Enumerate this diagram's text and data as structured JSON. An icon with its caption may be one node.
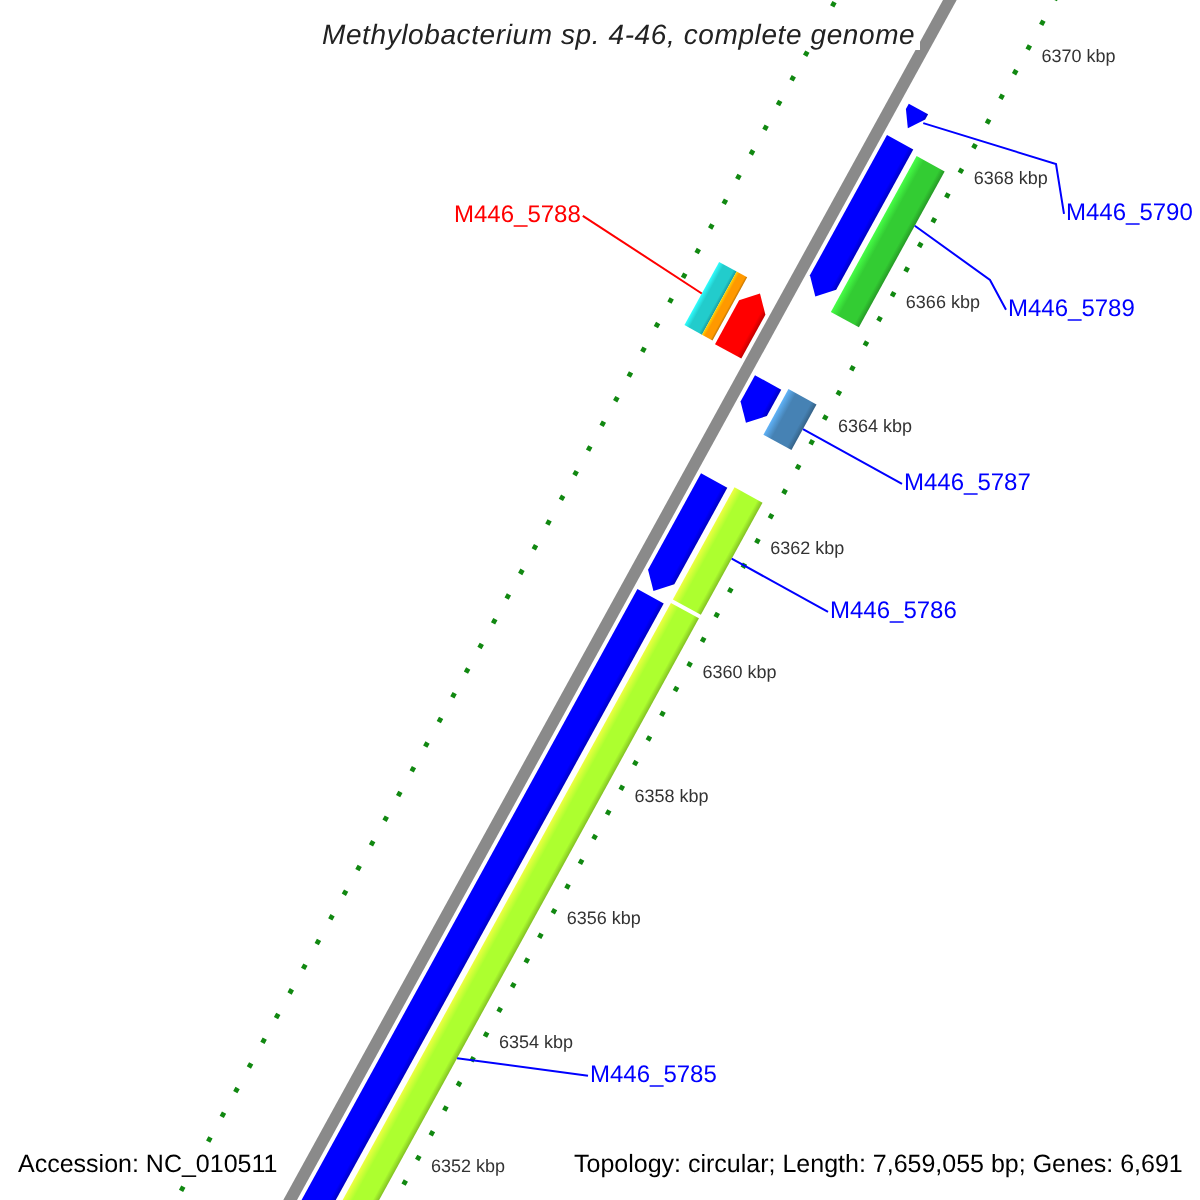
{
  "diagram": {
    "title": "Methylobacterium sp. 4-46, complete genome",
    "nodes": [
      {
        "text": [
          "M446_5788"
        ]
      },
      {
        "text": [
          "M446_5790"
        ]
      },
      {
        "text": [
          "M446_5789"
        ]
      },
      {
        "text": [
          "M446_5787"
        ]
      },
      {
        "text": [
          "M446_5786"
        ]
      },
      {
        "text": [
          "M446_5785"
        ]
      },
      {
        "text": [],
        "shape": "bar"
      },
      {
        "text": [],
        "shape": "bar"
      },
      {
        "text": [],
        "shape": "bar"
      },
      {
        "text": [],
        "shape": "bar"
      },
      {
        "text": [],
        "shape": "bar"
      },
      {
        "text": [],
        "shape": "bar"
      },
      {
        "text": [],
        "shape": "bar"
      },
      {
        "text": [],
        "shape": "bar"
      },
      {
        "text": [],
        "shape": "bar"
      },
      {
        "text": [],
        "shape": "bar"
      },
      {
        "text": [],
        "shape": "bar"
      },
      {
        "text": [],
        "shape": "bar"
      }
    ],
    "edges": [
      {
        "from": 0,
        "to": 9,
        "arrow": "none",
        "color": "#ff0000"
      },
      {
        "from": 1,
        "to": 6,
        "arrow": "none"
      },
      {
        "from": 2,
        "to": 8,
        "arrow": "none"
      },
      {
        "from": 3,
        "to": 13,
        "arrow": "none"
      },
      {
        "from": 4,
        "to": 15,
        "arrow": "none"
      },
      {
        "from": 5,
        "to": 17,
        "arrow": "none"
      }
    ],
    "labels": [
      "6370 kbp",
      "6368 kbp",
      "6366 kbp",
      "6364 kbp",
      "6362 kbp",
      "6360 kbp",
      "6358 kbp",
      "6356 kbp",
      "6354 kbp",
      "6352 kbp",
      "Accession: NC_010511",
      "Topology: circular; Length: 7,659,055 bp; Genes: 6,691"
    ]
  }
}
